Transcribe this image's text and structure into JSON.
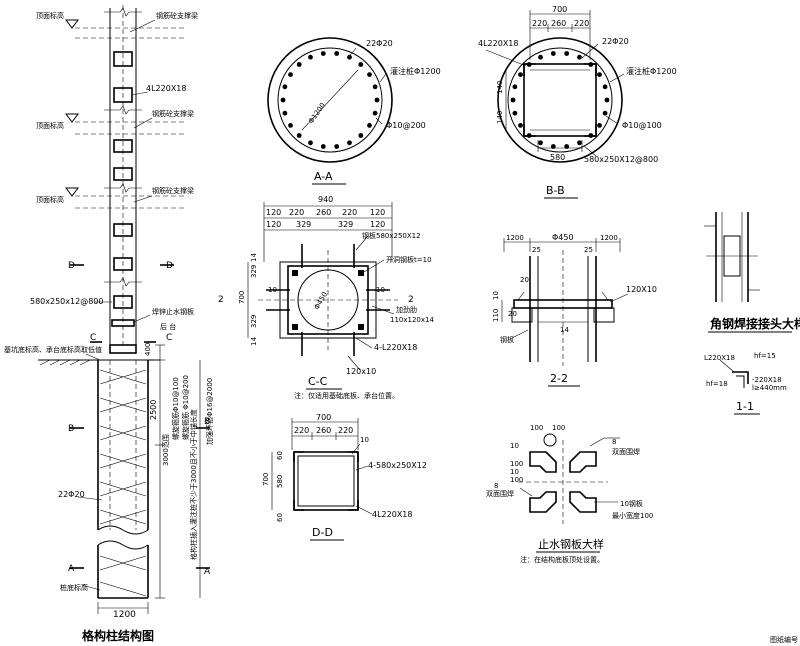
{
  "column": {
    "title": "格构柱结构图",
    "roof_level_1": "顶面标高",
    "roof_level_2": "顶面标高",
    "roof_level_3": "顶面标高",
    "brace_1": "钢筋砼支撑梁",
    "brace_2": "钢筋砼支撑梁",
    "brace_3": "钢筋砼支撑梁",
    "angle_steel": "4L220X18",
    "plate_spec": "580x250x12@800",
    "waterstop": "焊锌止水钢板",
    "post_cast": "后 台",
    "base_level": "基坑底标高、承台底标高取低值",
    "dim_400": "400",
    "dim_2500": "2500",
    "dim_3000": "3000范围",
    "spiral_dense": "螺旋箍筋Φ10@100",
    "rebar_22": "22Φ20",
    "spiral_normal": "螺旋箍筋 Φ10@200",
    "embed_note": "格构柱插入灌注桩不少于3000且不小于中锚长度",
    "stiffener": "加强环箍Φ16@2000",
    "pile_bottom": "桩底标高",
    "pile_width": "1200",
    "label_D1": "D",
    "label_D2": "D",
    "label_C1": "C",
    "label_C2": "C",
    "label_B1": "B",
    "label_B2": "B",
    "label_A1": "A",
    "label_A2": "A"
  },
  "section_AA": {
    "title": "A-A",
    "rebar": "22Φ20",
    "pile": "灌注桩Φ1200",
    "tie": "Φ10@200",
    "dia": "Φ1200"
  },
  "section_BB": {
    "title": "B-B",
    "angle": "4L220X18",
    "rebar": "22Φ20",
    "pile": "灌注桩Φ1200",
    "tie": "Φ10@100",
    "plate": "580x250X12@800",
    "dim_top": "700",
    "dim_a": "220",
    "dim_b": "260",
    "dim_c": "220",
    "dim_140a": "140",
    "dim_140b": "140",
    "dim_580": "580"
  },
  "section_CC": {
    "title": "C-C",
    "note": "注：仅适用基础底板、承台位置。",
    "dim_940": "940",
    "dims_row1": [
      "120",
      "220",
      "260",
      "220",
      "120"
    ],
    "dims_row2": [
      "120",
      "329",
      "329",
      "120"
    ],
    "plate_label": "钢板580x250X12",
    "hole_label": "开洞钢板t=10",
    "rib_label": "加劲肋",
    "rib_spec": "110x120x14",
    "angle": "4-L220X18",
    "bottom_plate": "120x10",
    "side_700": "700",
    "side_329a": "329",
    "side_329b": "329",
    "side_14a": "14",
    "side_14b": "14",
    "mark_2a": "2",
    "mark_2b": "2",
    "mark_10a": "10",
    "mark_10b": "10",
    "dia": "Φ450"
  },
  "section_22": {
    "title": "2-2",
    "dim_1200a": "1200",
    "dim_450": "Φ450",
    "dim_1200b": "1200",
    "dim_25a": "25",
    "dim_25b": "25",
    "dim_20a": "20",
    "dim_20b": "20",
    "dim_10": "10",
    "dim_110": "110",
    "dim_14": "14",
    "plate": "120X10",
    "steel": "钢板"
  },
  "section_DD": {
    "title": "D-D",
    "dim_700": "700",
    "dims": [
      "220",
      "260",
      "220"
    ],
    "plate": "4-580x250X12",
    "angle": "4L220X18",
    "side_700": "700",
    "side_60a": "60",
    "side_580": "580",
    "side_60b": "60",
    "mark_10": "10"
  },
  "waterstop_detail": {
    "title": "止水钢板大样",
    "note": "注：在结构底板顶处设置。",
    "d100a": "100",
    "d100b": "100",
    "d100c": "100",
    "d100d": "100",
    "d10a": "10",
    "d10b": "10",
    "weld1": "双面围焊",
    "weld2": "双面围焊",
    "plate": "10钢板",
    "min_width": "最小宽度100",
    "w8a": "8",
    "w8b": "8"
  },
  "angle_joint": {
    "title": "角钢焊接接头大样",
    "section_title": "1-1",
    "l220": "L220X18",
    "hf15": "hf=15",
    "hf18": "hf=18",
    "plate": "-220X18",
    "length": "l≥440mm"
  },
  "corner_note": "图纸编号"
}
